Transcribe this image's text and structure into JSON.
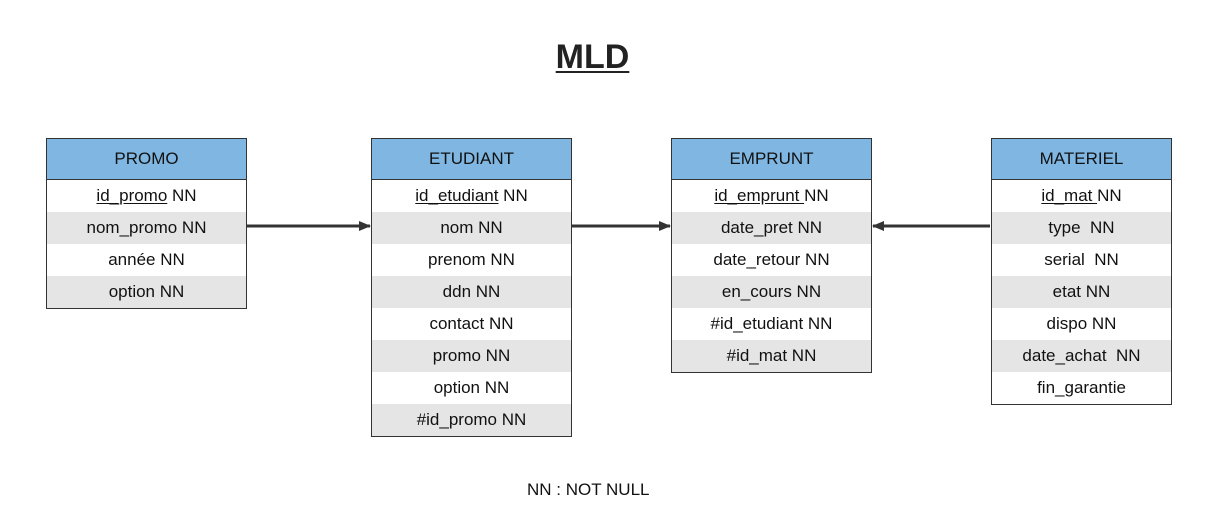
{
  "title": "MLD",
  "legend": "NN : NOT NULL",
  "entities": [
    {
      "id": "promo",
      "name": "PROMO",
      "rows": [
        {
          "key": "id_promo",
          "rest": " NN"
        },
        {
          "key": "",
          "rest": "nom_promo NN"
        },
        {
          "key": "",
          "rest": "année NN"
        },
        {
          "key": "",
          "rest": "option NN"
        }
      ]
    },
    {
      "id": "etudiant",
      "name": "ETUDIANT",
      "rows": [
        {
          "key": "id_etudiant",
          "rest": " NN"
        },
        {
          "key": "",
          "rest": "nom NN"
        },
        {
          "key": "",
          "rest": "prenom NN"
        },
        {
          "key": "",
          "rest": "ddn NN"
        },
        {
          "key": "",
          "rest": "contact NN"
        },
        {
          "key": "",
          "rest": "promo NN"
        },
        {
          "key": "",
          "rest": "option NN"
        },
        {
          "key": "",
          "rest": "#id_promo NN"
        }
      ]
    },
    {
      "id": "emprunt",
      "name": "EMPRUNT",
      "rows": [
        {
          "key": "id_emprunt ",
          "rest": "NN"
        },
        {
          "key": "",
          "rest": "date_pret NN"
        },
        {
          "key": "",
          "rest": "date_retour NN"
        },
        {
          "key": "",
          "rest": "en_cours NN"
        },
        {
          "key": "",
          "rest": "#id_etudiant NN"
        },
        {
          "key": "",
          "rest": "#id_mat NN"
        }
      ]
    },
    {
      "id": "materiel",
      "name": "MATERIEL",
      "rows": [
        {
          "key": "id_mat ",
          "rest": "NN"
        },
        {
          "key": "",
          "rest": "type  NN"
        },
        {
          "key": "",
          "rest": "serial  NN"
        },
        {
          "key": "",
          "rest": "etat NN"
        },
        {
          "key": "",
          "rest": "dispo NN"
        },
        {
          "key": "",
          "rest": "date_achat  NN"
        },
        {
          "key": "",
          "rest": "fin_garantie"
        }
      ]
    }
  ],
  "relations": [
    {
      "from": "promo",
      "to": "etudiant"
    },
    {
      "from": "etudiant",
      "to": "emprunt"
    },
    {
      "from": "materiel",
      "to": "emprunt"
    }
  ],
  "colors": {
    "header": "#7fb7e2",
    "row_alt": "#e5e5e5",
    "border": "#333333",
    "arrow": "#333333"
  }
}
